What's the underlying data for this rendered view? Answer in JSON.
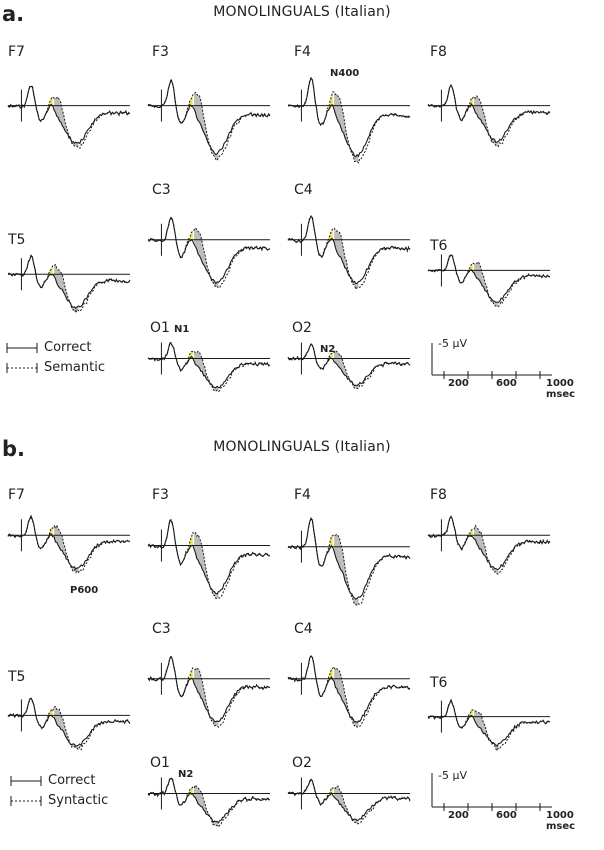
{
  "panel_a": {
    "letter": "a.",
    "title": "MONOLINGUALS (Italian)",
    "channels": [
      {
        "label": "F7",
        "seed": 1,
        "scale": 0.8
      },
      {
        "label": "F3",
        "seed": 2,
        "scale": 1.0
      },
      {
        "label": "F4",
        "seed": 3,
        "scale": 1.05
      },
      {
        "label": "F8",
        "seed": 4,
        "scale": 0.75
      },
      {
        "label": "C3",
        "seed": 5,
        "scale": 0.9
      },
      {
        "label": "C4",
        "seed": 6,
        "scale": 0.9
      },
      {
        "label": "T5",
        "seed": 7,
        "scale": 0.7
      },
      {
        "label": "T6",
        "seed": 8,
        "scale": 0.65
      },
      {
        "label": "O1",
        "seed": 9,
        "scale": 0.6
      },
      {
        "label": "O2",
        "seed": 10,
        "scale": 0.55
      }
    ],
    "annotations": {
      "n400": "N400",
      "n1": "N1",
      "n2": "N2"
    },
    "legend": {
      "correct": "Correct",
      "comparison": "Semantic"
    },
    "scale": {
      "amplitude": "-5 µV",
      "ticks": [
        "200",
        "600",
        "1000 msec"
      ]
    }
  },
  "panel_b": {
    "letter": "b.",
    "title": "MONOLINGUALS (Italian)",
    "channels": [
      {
        "label": "F7",
        "seed": 11,
        "scale": 0.7
      },
      {
        "label": "F3",
        "seed": 12,
        "scale": 1.0
      },
      {
        "label": "F4",
        "seed": 13,
        "scale": 1.1
      },
      {
        "label": "F8",
        "seed": 14,
        "scale": 0.7
      },
      {
        "label": "C3",
        "seed": 15,
        "scale": 0.9
      },
      {
        "label": "C4",
        "seed": 16,
        "scale": 0.9
      },
      {
        "label": "T5",
        "seed": 17,
        "scale": 0.65
      },
      {
        "label": "T6",
        "seed": 18,
        "scale": 0.6
      },
      {
        "label": "O1",
        "seed": 19,
        "scale": 0.6
      },
      {
        "label": "O2",
        "seed": 20,
        "scale": 0.55
      }
    ],
    "annotations": {
      "p600": "P600",
      "n2": "N2"
    },
    "legend": {
      "correct": "Correct",
      "comparison": "Syntactic"
    },
    "scale": {
      "amplitude": "-5 µV",
      "ticks": [
        "200",
        "600",
        "1000 msec"
      ]
    }
  },
  "colors": {
    "trace": "#1a1a1a",
    "gray_fill": "#bdbdbd",
    "yellow_fill": "#f2e24a",
    "axis": "#1a1a1a"
  }
}
